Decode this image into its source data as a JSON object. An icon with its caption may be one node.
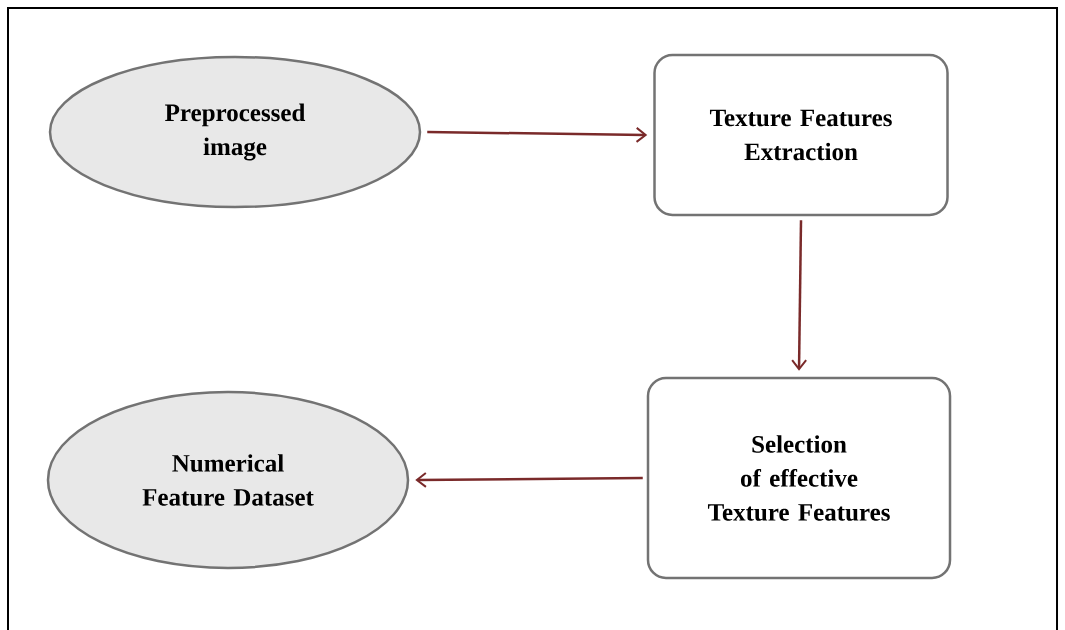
{
  "diagram": {
    "nodes": [
      {
        "text": [
          "Preprocessed image"
        ]
      },
      {
        "text": [
          "Texture Features Extraction"
        ]
      },
      {
        "text": [
          "Selection of effective Texture Features"
        ]
      },
      {
        "text": [
          "Numerical Feature Dataset"
        ]
      }
    ],
    "edges": [
      {
        "from": 0,
        "to": 1,
        "arrow": "to"
      },
      {
        "from": 1,
        "to": 2,
        "arrow": "to"
      },
      {
        "from": 2,
        "to": 3,
        "arrow": "to"
      }
    ]
  }
}
